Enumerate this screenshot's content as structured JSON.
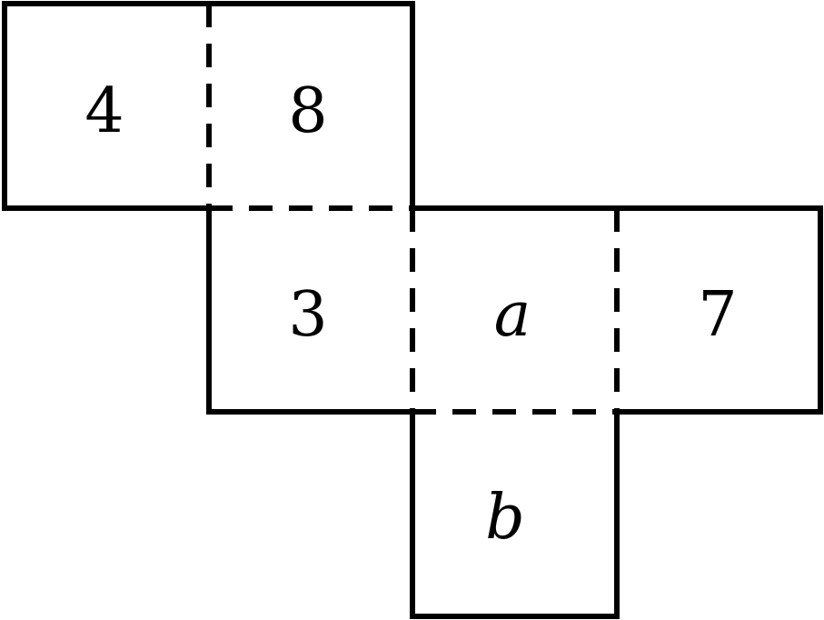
{
  "faces": [
    {
      "label": "4",
      "italic": false
    },
    {
      "label": "8",
      "italic": false
    },
    {
      "label": "3",
      "italic": false
    },
    {
      "label": "a",
      "italic": true
    },
    {
      "label": "7",
      "italic": false
    },
    {
      "label": "b",
      "italic": true
    }
  ]
}
